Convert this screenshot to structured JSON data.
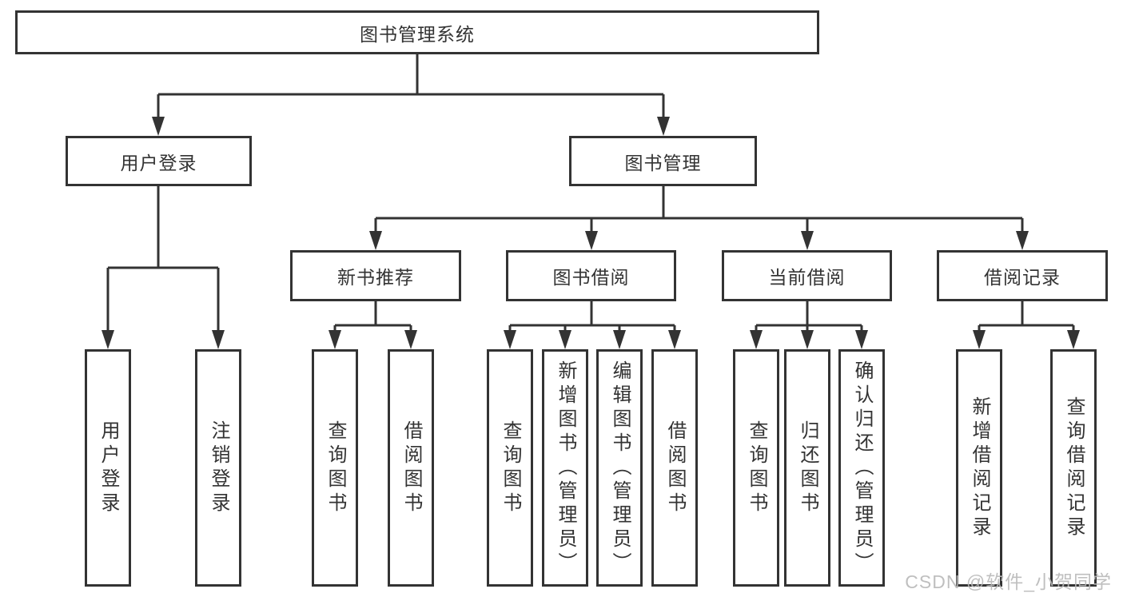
{
  "tree": {
    "root": "图书管理系统",
    "children": [
      {
        "label": "用户登录",
        "children": [
          "用户登录",
          "注销登录"
        ]
      },
      {
        "label": "图书管理",
        "children": [
          {
            "label": "新书推荐",
            "children": [
              "查询图书",
              "借阅图书"
            ]
          },
          {
            "label": "图书借阅",
            "children": [
              "查询图书",
              "新增图书（管理员）",
              "编辑图书（管理员）",
              "借阅图书"
            ]
          },
          {
            "label": "当前借阅",
            "children": [
              "查询图书",
              "归还图书",
              "确认归还（管理员）"
            ]
          },
          {
            "label": "借阅记录",
            "children": [
              "新增借阅记录",
              "查询借阅记录"
            ]
          }
        ]
      }
    ]
  },
  "watermark": "CSDN @软件_小贺同学",
  "colors": {
    "line": "#333333",
    "box_border": "#333333",
    "text": "#333333",
    "watermark": "#b9b9b9",
    "background": "#ffffff"
  }
}
